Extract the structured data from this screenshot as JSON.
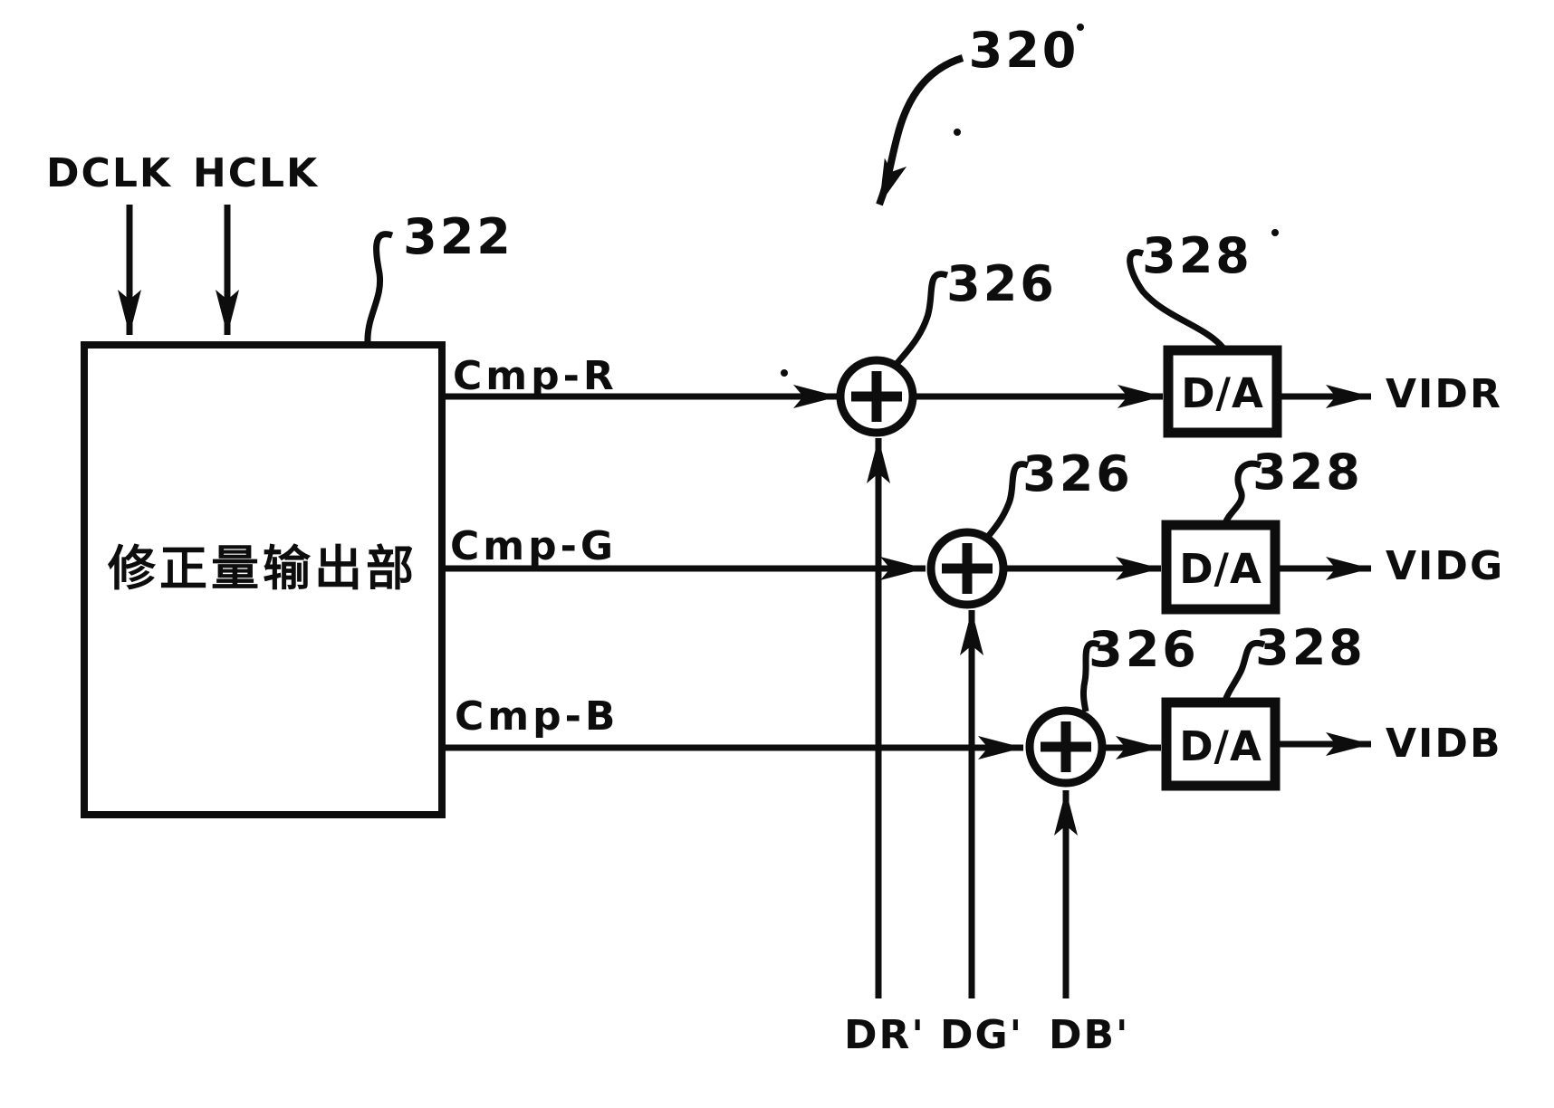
{
  "figure": {
    "main_ref": "320",
    "clock_inputs": {
      "dclk": "DCLK",
      "hclk": "HCLK"
    },
    "correction_box": {
      "label": "修正量输出部",
      "ref": "322"
    },
    "adder_ref": "326",
    "dac_ref": "328",
    "dac_label": "D/A",
    "channels": [
      {
        "cmp": "Cmp-R",
        "input": "DR'",
        "output": "VIDR"
      },
      {
        "cmp": "Cmp-G",
        "input": "DG'",
        "output": "VIDG"
      },
      {
        "cmp": "Cmp-B",
        "input": "DB'",
        "output": "VIDB"
      }
    ]
  }
}
